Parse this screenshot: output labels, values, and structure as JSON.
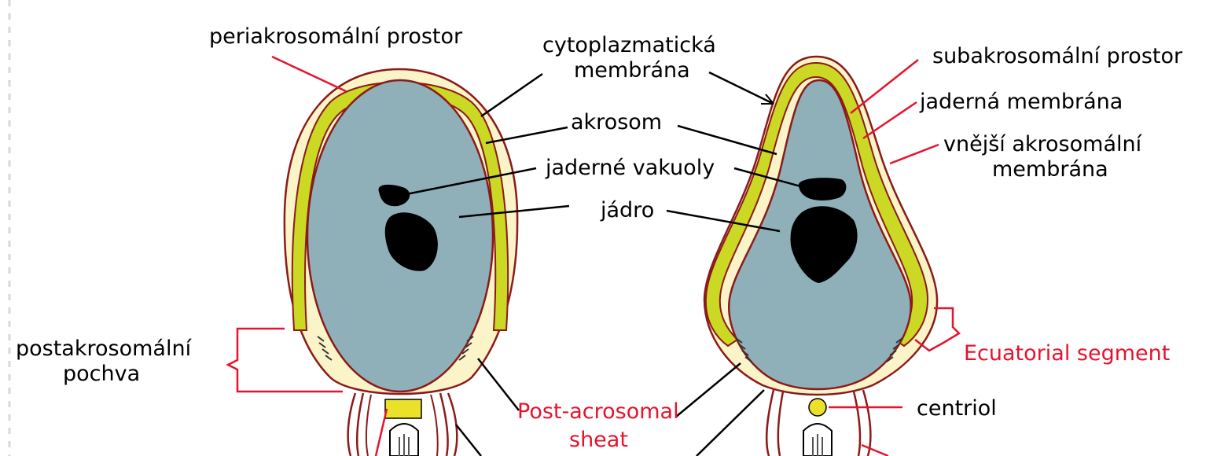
{
  "colors": {
    "nucleus": "#8fb0b9",
    "acrosome": "#cbd824",
    "membrane_outer": "#fbf4c8",
    "membrane_line": "#8b1a1a",
    "leader_black": "#000000",
    "leader_red": "#e4142d",
    "label_red": "#e4142d",
    "vacuole": "#000000"
  },
  "labels": {
    "periacrosomal_space": "periakrosomální prostor",
    "cytoplasmic_membrane_1": "cytoplazmatická",
    "cytoplasmic_membrane_2": "membrána",
    "acrosome": "akrosom",
    "nuclear_vacuoles": "jaderné vakuoly",
    "nucleus": "jádro",
    "subacrosomal_space": "subakrosomální prostor",
    "nuclear_membrane": "jaderná membrána",
    "outer_acrosomal_membrane_1": "vnější akrosomální",
    "outer_acrosomal_membrane_2": "membrána",
    "postacrosomal_sheath_1": "postakrosomální",
    "postacrosomal_sheath_2": "pochva",
    "equatorial_segment": "Ecuatorial segment",
    "centriole": "centriol",
    "post_acrosomal_sheath_1": "Post-acrosomal",
    "post_acrosomal_sheath_2": "sheat"
  }
}
